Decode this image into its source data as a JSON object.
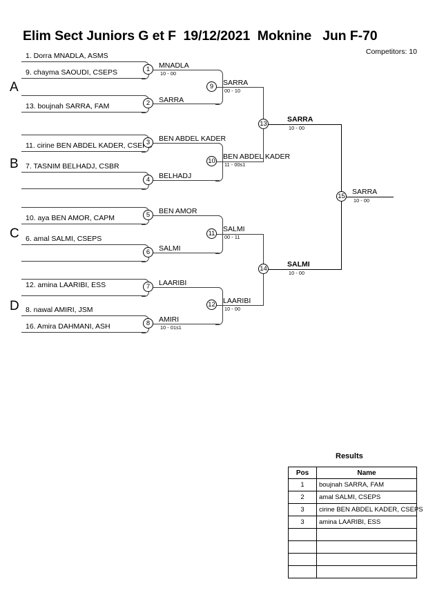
{
  "header": {
    "title": "Elim Sect Juniors G et F  19/12/2021  Moknine   Jun F-70",
    "competitors": "Competitors: 10"
  },
  "sections": [
    {
      "letter": "A"
    },
    {
      "letter": "B"
    },
    {
      "letter": "C"
    },
    {
      "letter": "D"
    }
  ],
  "round1": {
    "slots": [
      {
        "label": "1. Dorra MNADLA, ASMS"
      },
      {
        "label": "9. chayma SAOUDI, CSEPS"
      },
      {
        "label": ""
      },
      {
        "label": "13. boujnah SARRA, FAM"
      },
      {
        "label": ""
      },
      {
        "label": "11. cirine BEN ABDEL KADER, CSEPS"
      },
      {
        "label": "7. TASNIM BELHADJ, CSBR"
      },
      {
        "label": ""
      },
      {
        "label": ""
      },
      {
        "label": "10. aya BEN AMOR, CAPM"
      },
      {
        "label": "6. amal SALMI, CSEPS"
      },
      {
        "label": ""
      },
      {
        "label": ""
      },
      {
        "label": "12. amina LAARIBI, ESS"
      },
      {
        "label": "8. nawal AMIRI, JSM"
      },
      {
        "label": "16. Amira DAHMANI, ASH"
      }
    ]
  },
  "matches": [
    {
      "no": "1",
      "winner": "MNADLA",
      "score": "10 - 00",
      "bold": false
    },
    {
      "no": "2",
      "winner": "SARRA",
      "score": "",
      "bold": false
    },
    {
      "no": "3",
      "winner": "BEN ABDEL KADER",
      "score": "",
      "bold": false
    },
    {
      "no": "4",
      "winner": "BELHADJ",
      "score": "",
      "bold": false
    },
    {
      "no": "5",
      "winner": "BEN AMOR",
      "score": "",
      "bold": false
    },
    {
      "no": "6",
      "winner": "SALMI",
      "score": "",
      "bold": false
    },
    {
      "no": "7",
      "winner": "LAARIBI",
      "score": "",
      "bold": false
    },
    {
      "no": "8",
      "winner": "AMIRI",
      "score": "10 - 01s1",
      "bold": false
    },
    {
      "no": "9",
      "winner": "SARRA",
      "score": "00 - 10",
      "bold": false
    },
    {
      "no": "10",
      "winner": "BEN ABDEL KADER",
      "score": "11 - 00s1",
      "bold": false
    },
    {
      "no": "11",
      "winner": "SALMI",
      "score": "00 - 11",
      "bold": false
    },
    {
      "no": "12",
      "winner": "LAARIBI",
      "score": "10 - 00",
      "bold": false
    },
    {
      "no": "13",
      "winner": "SARRA",
      "score": "10 - 00",
      "bold": true
    },
    {
      "no": "14",
      "winner": "SALMI",
      "score": "10 - 00",
      "bold": true
    },
    {
      "no": "15",
      "winner": "SARRA",
      "score": "10 - 00",
      "bold": false
    }
  ],
  "results": {
    "title": "Results",
    "columns": [
      "Pos",
      "Name"
    ],
    "rows": [
      {
        "pos": "1",
        "name": "boujnah SARRA, FAM"
      },
      {
        "pos": "2",
        "name": "amal SALMI, CSEPS"
      },
      {
        "pos": "3",
        "name": "cirine BEN ABDEL KADER, CSEPS"
      },
      {
        "pos": "3",
        "name": "amina LAARIBI, ESS"
      },
      {
        "pos": "",
        "name": ""
      },
      {
        "pos": "",
        "name": ""
      },
      {
        "pos": "",
        "name": ""
      },
      {
        "pos": "",
        "name": ""
      }
    ]
  }
}
